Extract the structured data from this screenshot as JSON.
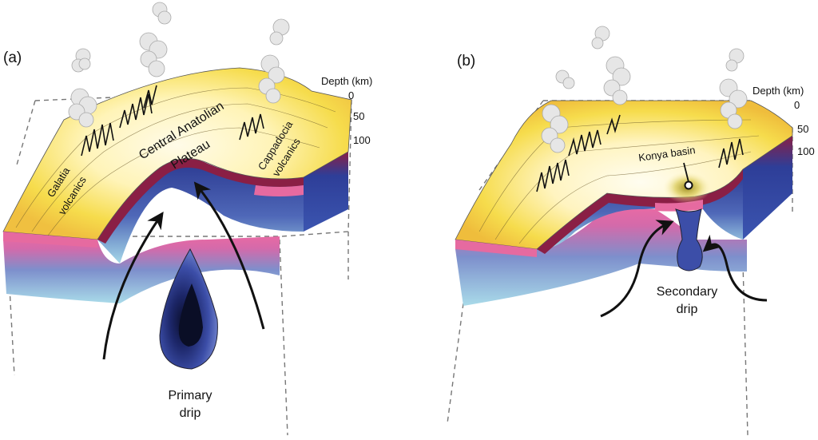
{
  "panel_a": {
    "letter": "(a)",
    "depth": {
      "title": "Depth (km)",
      "ticks": [
        "0",
        "50",
        "100"
      ]
    },
    "labels": {
      "galatia_1": "Galatia",
      "galatia_2": "volcanics",
      "plateau_1": "Central Anatolian",
      "plateau_2": "Plateau",
      "cappadocia_1": "Cappadocia",
      "cappadocia_2": "volcanics"
    },
    "drip": {
      "line1": "Primary",
      "line2": "drip"
    }
  },
  "panel_b": {
    "letter": "(b)",
    "depth": {
      "title": "Depth (km)",
      "ticks": [
        "0",
        "50",
        "100"
      ]
    },
    "labels": {
      "basin": "Konya basin"
    },
    "drip": {
      "line1": "Secondary",
      "line2": "drip"
    }
  },
  "colors": {
    "crust_surface": "#f5dc4a",
    "crust_center": "#fff8d8",
    "lower_crust": "#8a1f45",
    "moho_pink": "#e66aa0",
    "lithosphere": "#2e3e98",
    "asthenosphere": "#9fd6e6",
    "drip": "#3c4ea8"
  }
}
